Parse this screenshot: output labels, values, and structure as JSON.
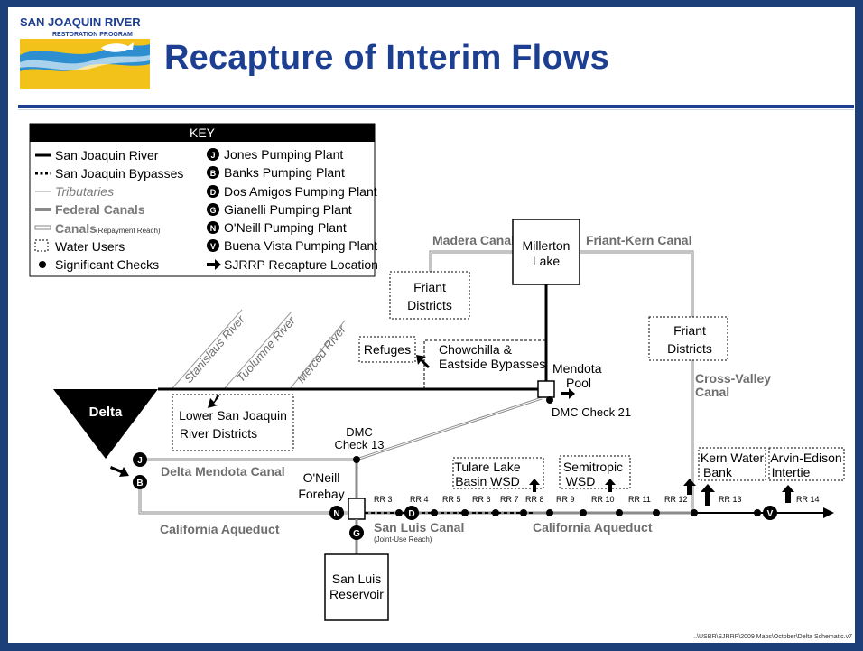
{
  "header": {
    "logo_top": "SAN JOAQUIN RIVER",
    "logo_sub": "RESTORATION PROGRAM",
    "title": "Recapture of Interim Flows"
  },
  "key": {
    "heading": "KEY",
    "left": [
      "San Joaquin River",
      "San Joaquin Bypasses",
      "Tributaries",
      "Federal Canals",
      "Canals",
      "(Repayment Reach)",
      "Water Users",
      "Significant Checks"
    ],
    "right": [
      {
        "letter": "J",
        "label": "Jones Pumping Plant"
      },
      {
        "letter": "B",
        "label": "Banks Pumping Plant"
      },
      {
        "letter": "D",
        "label": "Dos Amigos Pumping Plant"
      },
      {
        "letter": "G",
        "label": "Gianelli Pumping Plant"
      },
      {
        "letter": "N",
        "label": "O'Neill Pumping Plant"
      },
      {
        "letter": "V",
        "label": "Buena Vista Pumping Plant"
      }
    ],
    "recapture": "SJRRP Recapture Location"
  },
  "labels": {
    "madera_canal": "Madera Canal",
    "friant_kern_canal": "Friant-Kern Canal",
    "millerton_1": "Millerton",
    "millerton_2": "Lake",
    "friant_a_1": "Friant",
    "friant_a_2": "Districts",
    "friant_b_1": "Friant",
    "friant_b_2": "Districts",
    "stanislaus": "Stanislaus River",
    "tuolumne": "Tuolumne River",
    "merced": "Merced River",
    "refuges": "Refuges",
    "chowchilla_1": "Chowchilla &",
    "chowchilla_2": "Eastside Bypasses",
    "mendota_1": "Mendota",
    "mendota_2": "Pool",
    "dmc_check21": "DMC Check 21",
    "cross_valley_1": "Cross-Valley",
    "cross_valley_2": "Canal",
    "delta": "Delta",
    "lower_sj_1": "Lower San Joaquin",
    "lower_sj_2": "River Districts",
    "dmc_check13_1": "DMC",
    "dmc_check13_2": "Check 13",
    "delta_mendota_canal": "Delta Mendota Canal",
    "oneill_1": "O'Neill",
    "oneill_2": "Forebay",
    "tulare_1": "Tulare Lake",
    "tulare_2": "Basin WSD",
    "semitropic_1": "Semitropic",
    "semitropic_2": "WSD",
    "kern_1": "Kern Water",
    "kern_2": "Bank",
    "arvin_1": "Arvin-Edison",
    "arvin_2": "Intertie",
    "california_aqueduct_left": "California Aqueduct",
    "san_luis_canal": "San Luis Canal",
    "joint_use": "(Joint-Use Reach)",
    "california_aqueduct_right": "California Aqueduct",
    "san_luis_res_1": "San Luis",
    "san_luis_res_2": "Reservoir",
    "footer_path": "..\\USBR\\SJRRP\\2009 Maps\\October\\Delta Schematic.v7"
  },
  "reaches": [
    "RR 3",
    "RR 4",
    "RR 5",
    "RR 6",
    "RR 7",
    "RR 8",
    "RR 9",
    "RR 10",
    "RR 11",
    "RR 12",
    "RR 13",
    "RR 14"
  ],
  "plant_markers": {
    "J": "J",
    "B": "B",
    "N": "N",
    "G": "G",
    "D": "D",
    "V": "V"
  },
  "colors": {
    "title_blue": "#1d3f91",
    "canal_gray": "#8a8a8a",
    "tributary_gray": "#9a9a9a",
    "label_gray": "#6e6e6e"
  }
}
